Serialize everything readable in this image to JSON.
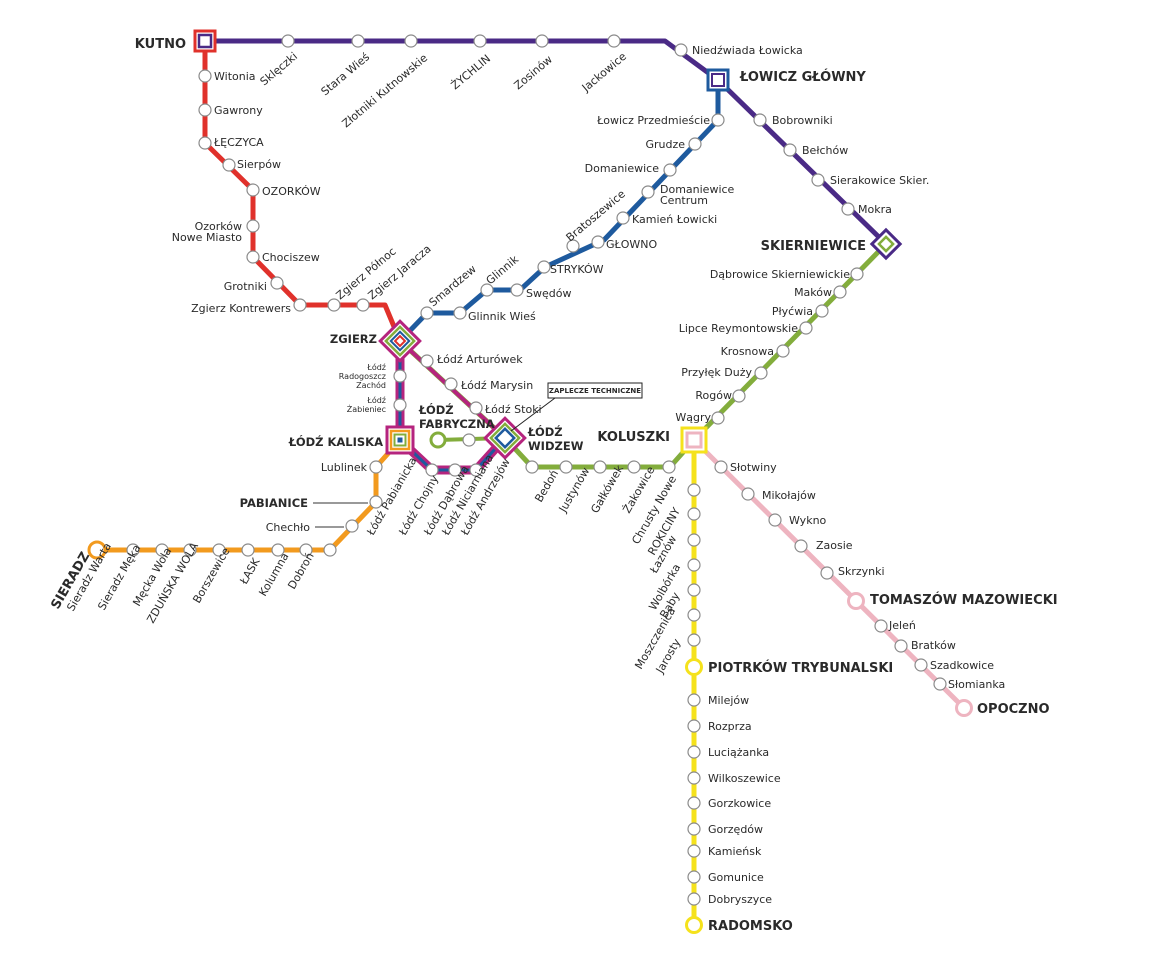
{
  "map_title": "",
  "colors": {
    "purple": "#4a2a86",
    "red": "#e0312b",
    "blue": "#1e5a9e",
    "green": "#83ad3c",
    "orange": "#f29a1e",
    "yellow": "#f5e21c",
    "pink": "#eeb4c0",
    "magenta": "#b5247e"
  },
  "hubs": {
    "kutno": "KUTNO",
    "lowicz": "ŁOWICZ GŁÓWNY",
    "skierniewice": "SKIERNIEWICE",
    "zgierz": "ZGIERZ",
    "lodz_kaliska": "ŁÓDŹ KALISKA",
    "lodz_fabryczna_1": "ŁÓDŹ",
    "lodz_fabryczna_2": "FABRYCZNA",
    "lodz_widzew_1": "ŁÓDŹ",
    "lodz_widzew_2": "WIDZEW",
    "koluszki": "KOLUSZKI",
    "pabianice": "PABIANICE",
    "sieradz": "SIERADZ",
    "piotrkow": "PIOTRKÓW TRYBUNALSKI",
    "tomaszow": "TOMASZÓW MAZOWIECKI",
    "opoczno": "OPOCZNO",
    "radomsko": "RADOMSKO"
  },
  "depot_label": "ZAPLECZE TECHNICZNE",
  "stations": {
    "kutno_lowicz": [
      "Sklęczki",
      "Stara Wieś",
      "Złotniki Kutnowskie",
      "ŻYCHLIN",
      "Zosinów",
      "Jackowice",
      "Niedźwiada Łowicka"
    ],
    "kutno_zgierz": [
      "Witonia",
      "Gawrony",
      "ŁĘCZYCA",
      "Sierpów",
      "OZORKÓW",
      "Ozorków",
      "Nowe Miasto",
      "Chociszew",
      "Grotniki",
      "Zgierz Kontrewers",
      "Zgierz Północ",
      "Zgierz Jaracza"
    ],
    "lowicz_zgierz": [
      "Łowicz Przedmieście",
      "Grudze",
      "Domaniewice",
      "Domaniewice",
      "Centrum",
      "Kamień Łowicki",
      "GŁOWNO",
      "Bratoszewice",
      "STRYKÓW",
      "Swędów",
      "Glinnik",
      "Glinnik Wieś",
      "Smardzew"
    ],
    "lowicz_skierniewice": [
      "Bobrowniki",
      "Bełchów",
      "Sierakowice Skier.",
      "Mokra"
    ],
    "skierniewice_koluszki": [
      "Dąbrowice Skierniewickie",
      "Maków",
      "Płyćwia",
      "Lipce Reymontowskie",
      "Krosnowa",
      "Przyłęk Duży",
      "Rogów",
      "Wągry"
    ],
    "zgierz_widzew": [
      "Łódź Arturówek",
      "Łódź Marysin",
      "Łódź Stoki"
    ],
    "zgierz_kaliska": [
      "Łódź",
      "Radogoszcz",
      "Zachód",
      "Łódź",
      "Żabieniec"
    ],
    "kaliska_widzew": [
      "Łódź Pabianicka",
      "Łódź Chojny",
      "Łódź Dąbrowa",
      "Łódź Niciarniana",
      "Łódź Andrzejów"
    ],
    "widzew_koluszki": [
      "Bedoń",
      "Justynów",
      "Gałkówek",
      "Żakowice"
    ],
    "sieradz_kaliska": [
      "Lublinek",
      "Chechło",
      "Dobroń",
      "Kolumna",
      "ŁASK",
      "Borszewice",
      "ZDUŃSKA WOLA",
      "Męcka Wola",
      "Sieradz Męka",
      "Sieradz Warta"
    ],
    "koluszki_radomsko": [
      "Chrusty Nowe",
      "ROKICINY",
      "Łaznów",
      "Wolbórka",
      "Baby",
      "Moszczenica",
      "Jarosty",
      "Milejów",
      "Rozprza",
      "Luciążanka",
      "Wilkoszewice",
      "Gorzkowice",
      "Gorzędów",
      "Kamieńsk",
      "Gomunice",
      "Dobryszyce"
    ],
    "koluszki_opoczno": [
      "Słotwiny",
      "Mikołajów",
      "Wykno",
      "Zaosie",
      "Skrzynki",
      "Jeleń",
      "Bratków",
      "Szadkowice",
      "Słomianka"
    ]
  }
}
